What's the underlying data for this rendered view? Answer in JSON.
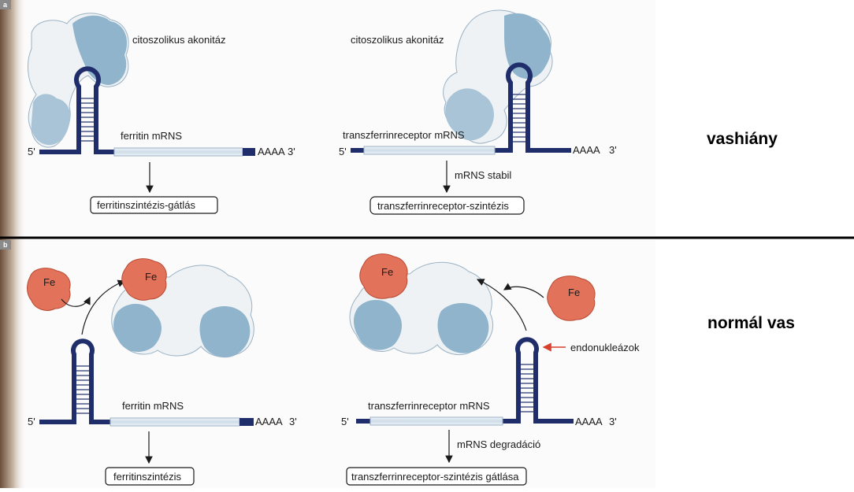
{
  "panel_a": {
    "tag": "a",
    "left": {
      "protein_label": "citoszolikus akonitáz",
      "mrna_label": "ferritin mRNS",
      "five_prime": "5'",
      "poly_a": "AAAA",
      "three_prime": "3'",
      "result": "ferritinszintézis-gátlás"
    },
    "right": {
      "protein_label": "citoszolikus akonitáz",
      "mrna_label": "transzferrinreceptor mRNS",
      "five_prime": "5'",
      "poly_a": "AAAA",
      "three_prime": "3'",
      "arrow_label": "mRNS stabil",
      "result": "transzferrinreceptor-szintézis"
    },
    "side_label": "vashiány"
  },
  "panel_b": {
    "tag": "b",
    "left": {
      "fe_free": "Fe",
      "fe_bound": "Fe",
      "mrna_label": "ferritin mRNS",
      "five_prime": "5'",
      "poly_a": "AAAA",
      "three_prime": "3'",
      "result": "ferritinszintézis"
    },
    "right": {
      "fe_free": "Fe",
      "fe_bound": "Fe",
      "endonuclease_label": "endonukleázok",
      "mrna_label": "transzferrinreceptor mRNS",
      "five_prime": "5'",
      "poly_a": "AAAA",
      "three_prime": "3'",
      "arrow_label": "mRNS degradáció",
      "result": "transzferrinreceptor-szintézis gátlása"
    },
    "side_label": "normál vas"
  },
  "colors": {
    "rna": "#1f2d6b",
    "protein_light": "#eef3f7",
    "protein_blue": "#8fb4cc",
    "iron": "#e2735a",
    "divider": "#000000",
    "endonuclease_arrow": "#d9402b"
  }
}
